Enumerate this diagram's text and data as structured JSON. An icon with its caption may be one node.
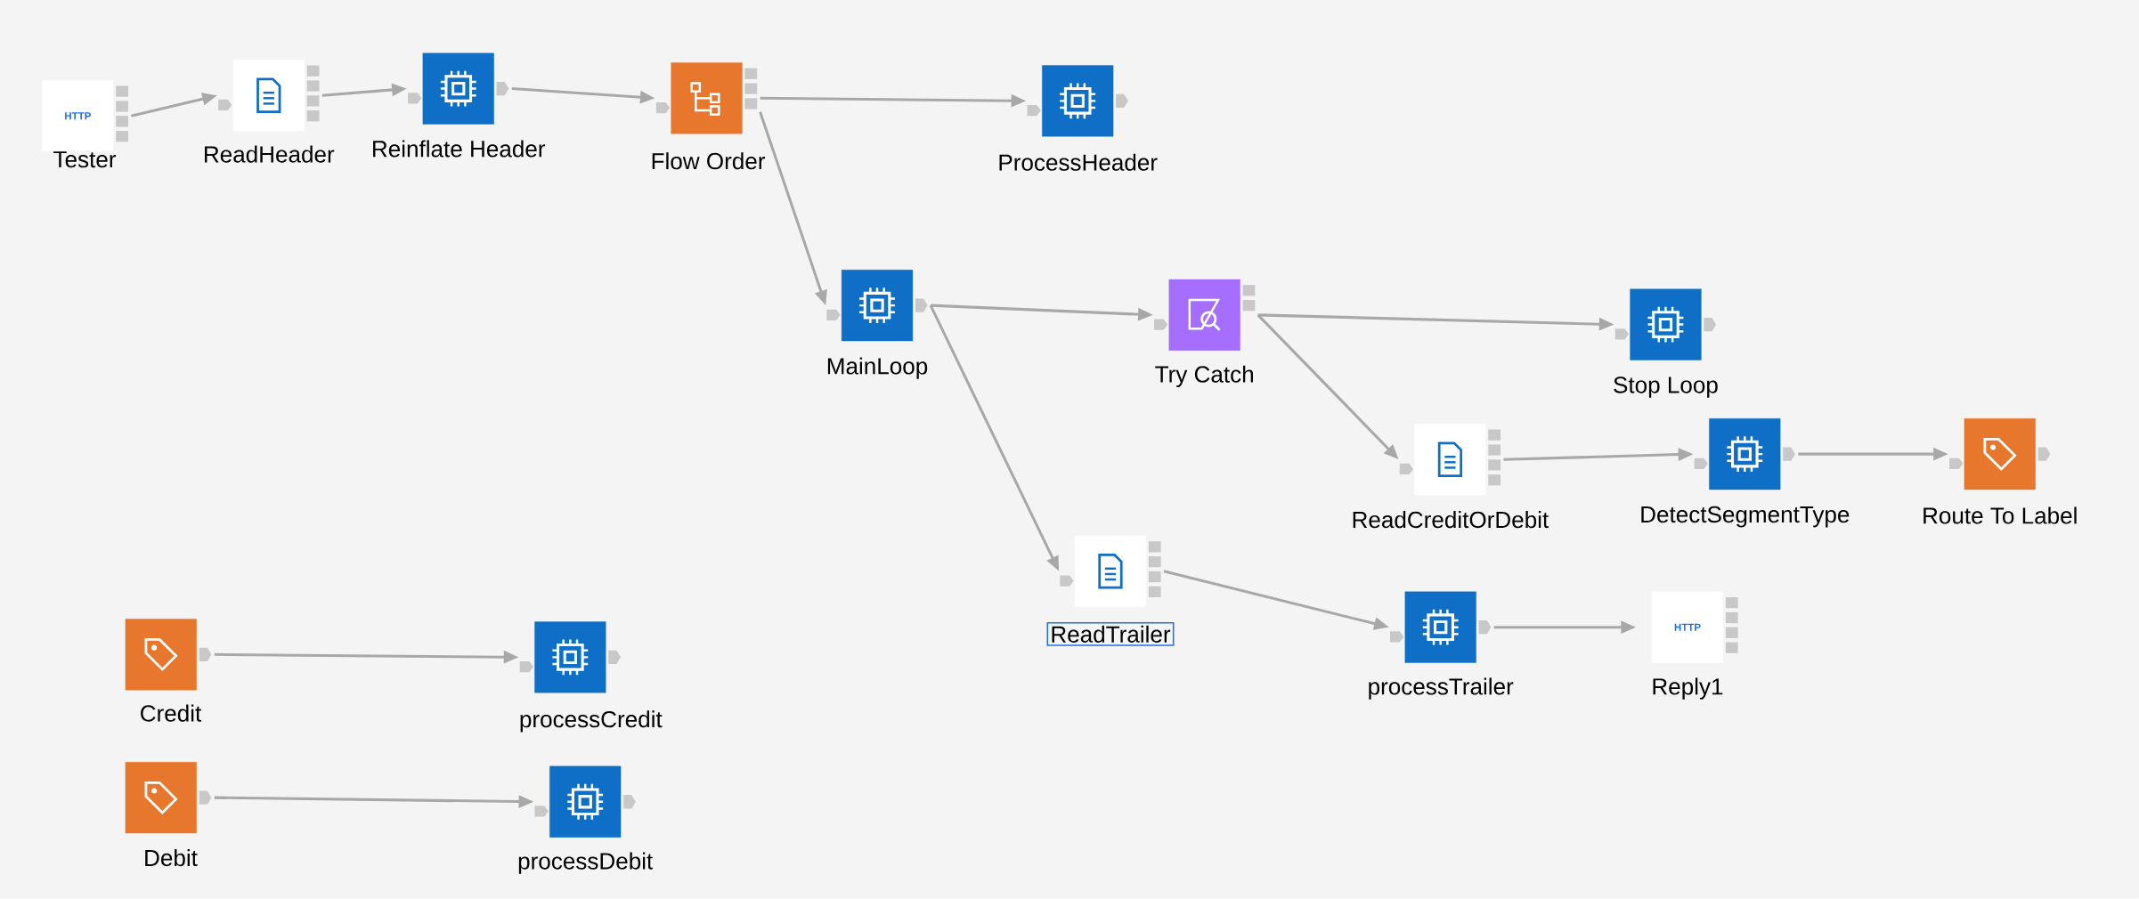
{
  "diagram": {
    "nodes": [
      {
        "text": [
          "HTTP",
          "Tester"
        ]
      },
      {
        "text": [
          "ReadHeader"
        ]
      },
      {
        "text": [
          "Reinflate Header"
        ]
      },
      {
        "text": [
          "Flow Order"
        ]
      },
      {
        "text": [
          "ProcessHeader"
        ]
      },
      {
        "text": [
          "MainLoop"
        ]
      },
      {
        "text": [
          "Try Catch"
        ]
      },
      {
        "text": [
          "Stop Loop"
        ]
      },
      {
        "text": [
          "ReadCreditOrDebit"
        ]
      },
      {
        "text": [
          "DetectSegmentType"
        ]
      },
      {
        "text": [
          "Route To Label"
        ]
      },
      {
        "text": [
          "ReadTrailer"
        ]
      },
      {
        "text": [
          "processTrailer"
        ]
      },
      {
        "text": [
          "HTTP",
          "Reply1"
        ]
      },
      {
        "text": [
          "Credit"
        ]
      },
      {
        "text": [
          "processCredit"
        ]
      },
      {
        "text": [
          "Debit"
        ]
      },
      {
        "text": [
          "processDebit"
        ]
      }
    ],
    "edges": [
      {
        "from": 0,
        "to": 1,
        "arrow": "to"
      },
      {
        "from": 1,
        "to": 2,
        "arrow": "to"
      },
      {
        "from": 2,
        "to": 3,
        "arrow": "to"
      },
      {
        "from": 3,
        "to": 4,
        "arrow": "to"
      },
      {
        "from": 3,
        "to": 5,
        "arrow": "to"
      },
      {
        "from": 5,
        "to": 6,
        "arrow": "to"
      },
      {
        "from": 5,
        "to": 11,
        "arrow": "to"
      },
      {
        "from": 6,
        "to": 7,
        "arrow": "to"
      },
      {
        "from": 6,
        "to": 8,
        "arrow": "to"
      },
      {
        "from": 8,
        "to": 9,
        "arrow": "to"
      },
      {
        "from": 9,
        "to": 10,
        "arrow": "to"
      },
      {
        "from": 11,
        "to": 12,
        "arrow": "to"
      },
      {
        "from": 12,
        "to": 13,
        "arrow": "to"
      },
      {
        "from": 14,
        "to": 15,
        "arrow": "to"
      },
      {
        "from": 16,
        "to": 17,
        "arrow": "to"
      }
    ]
  }
}
